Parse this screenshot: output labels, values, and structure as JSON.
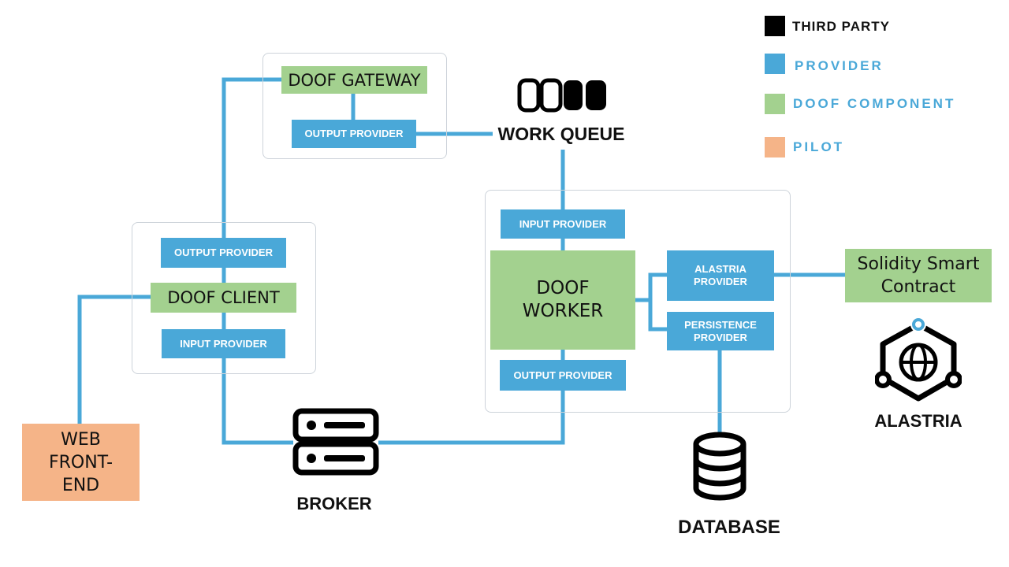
{
  "colors": {
    "provider": "#4aa8d8",
    "component": "#a3d18f",
    "pilot": "#f5b488",
    "third_party": "#000000",
    "connector": "#4aa8d8",
    "group_border": "#cdd3da"
  },
  "legend": {
    "third_party": "THIRD PARTY",
    "provider": "PROVIDER",
    "doof_component": "DOOF COMPONENT",
    "pilot": "PILOT"
  },
  "gateway": {
    "title": "DOOF GATEWAY",
    "output_provider": "OUTPUT PROVIDER"
  },
  "client": {
    "output_provider": "OUTPUT PROVIDER",
    "title": "DOOF CLIENT",
    "input_provider": "INPUT PROVIDER"
  },
  "worker": {
    "input_provider": "INPUT PROVIDER",
    "title": "DOOF\nWORKER",
    "output_provider": "OUTPUT PROVIDER",
    "alastria_provider": "ALASTRIA\nPROVIDER",
    "persistence_provider": "PERSISTENCE\nPROVIDER"
  },
  "third_party": {
    "work_queue": "WORK QUEUE",
    "broker": "BROKER",
    "database": "DATABASE",
    "alastria": "ALASTRIA"
  },
  "solidity": "Solidity Smart\nContract",
  "web_frontend": "WEB\nFRONT-\nEND",
  "icons": [
    "queue-icon",
    "server-icon",
    "database-icon",
    "alastria-network-icon"
  ]
}
